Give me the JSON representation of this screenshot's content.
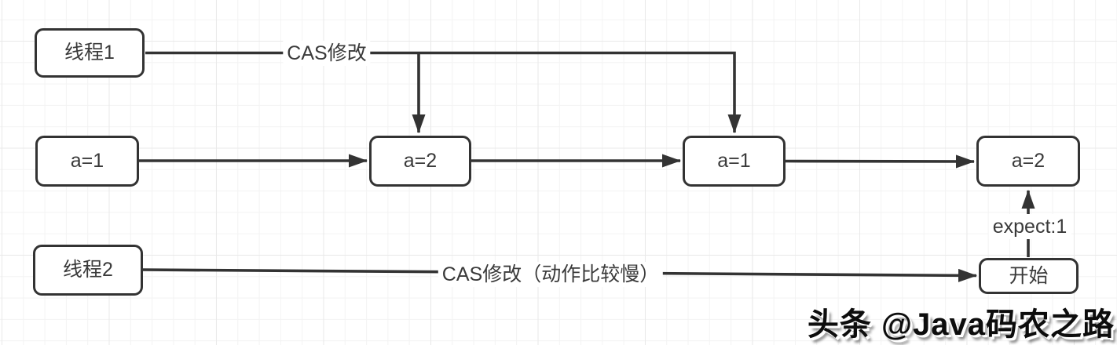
{
  "diagram": {
    "nodes": {
      "thread1": {
        "label": "线程1"
      },
      "a1_first": {
        "label": "a=1"
      },
      "a2_first": {
        "label": "a=2"
      },
      "a1_second": {
        "label": "a=1"
      },
      "a2_last": {
        "label": "a=2"
      },
      "thread2": {
        "label": "线程2"
      },
      "start": {
        "label": "开始"
      }
    },
    "edge_labels": {
      "thread1_cas": "CAS修改",
      "thread2_cas": "CAS修改（动作比较慢）",
      "expect": "expect:1"
    },
    "colors": {
      "stroke": "#333333",
      "text": "#3a3a3a",
      "node_fill": "#ffffff",
      "grid_minor": "#f3f3f3",
      "grid_major": "#e9e9e9",
      "background": "#ffffff"
    }
  },
  "watermark": {
    "text": "头条 @Java码农之路"
  }
}
